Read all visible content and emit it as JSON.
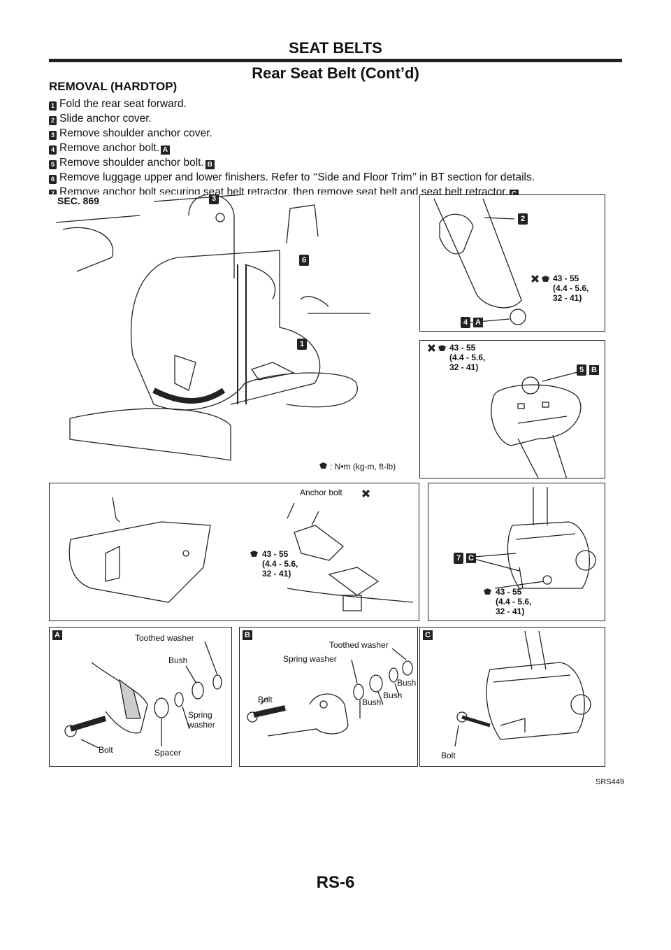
{
  "header": {
    "title": "SEAT BELTS",
    "subtitle": "Rear Seat Belt (Cont’d)"
  },
  "section": {
    "heading": "REMOVAL (HARDTOP)"
  },
  "steps": [
    {
      "num": "1",
      "text": "Fold the rear seat forward.",
      "ref": ""
    },
    {
      "num": "2",
      "text": "Slide anchor cover.",
      "ref": ""
    },
    {
      "num": "3",
      "text": "Remove shoulder anchor cover.",
      "ref": ""
    },
    {
      "num": "4",
      "text": "Remove anchor bolt.",
      "ref": "A"
    },
    {
      "num": "5",
      "text": "Remove shoulder anchor bolt.",
      "ref": "B"
    },
    {
      "num": "6",
      "text": "Remove luggage upper and lower finishers. Refer to ‘‘Side and Floor Trim’’ in BT section for details.",
      "ref": ""
    },
    {
      "num": "7",
      "text": "Remove anchor bolt securing seat belt retractor, then remove seat belt and seat belt retractor.",
      "ref": "C"
    }
  ],
  "figure": {
    "sec": "SEC. 869",
    "torque_legend": ": N•m (kg-m, ft-lb)",
    "torque_spec": "43 - 55\n(4.4 - 5.6,\n32 - 41)",
    "anchor_bolt": "Anchor bolt",
    "callout_nums": [
      "1",
      "2",
      "3",
      "4",
      "5",
      "6",
      "7"
    ],
    "letters": [
      "A",
      "B",
      "C"
    ],
    "detail_a": {
      "toothed_washer": "Toothed washer",
      "bush": "Bush",
      "spring_washer": "Spring\nwasher",
      "spacer": "Spacer",
      "bolt": "Bolt"
    },
    "detail_b": {
      "toothed_washer": "Toothed washer",
      "spring_washer": "Spring washer",
      "bolt": "Bolt",
      "bush1": "Bush",
      "bush2": "Bush",
      "bush3": "Bush"
    },
    "detail_c": {
      "bolt": "Bolt"
    },
    "code": "SRS449"
  },
  "footer": {
    "page": "RS-6"
  }
}
